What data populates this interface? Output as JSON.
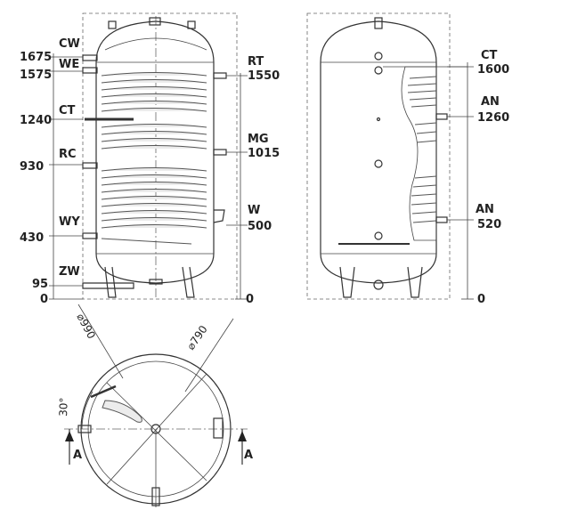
{
  "front_view": {
    "left_labels": [
      {
        "code": "CW",
        "value": "1675"
      },
      {
        "code": "WE",
        "value": "1575"
      },
      {
        "code": "CT",
        "value": "1240"
      },
      {
        "code": "RC",
        "value": "930"
      },
      {
        "code": "WY",
        "value": "430"
      },
      {
        "code": "ZW",
        "value": "95"
      }
    ],
    "left_zero": "0",
    "right_labels": [
      {
        "code": "RT",
        "value": "1550"
      },
      {
        "code": "MG",
        "value": "1015"
      },
      {
        "code": "W",
        "value": "500"
      }
    ],
    "right_zero": "0"
  },
  "side_view": {
    "right_labels": [
      {
        "code": "CT",
        "value": "1600"
      },
      {
        "code": "AN",
        "value": "1260"
      },
      {
        "code": "AN",
        "value": "520"
      }
    ],
    "right_zero": "0"
  },
  "top_view": {
    "dim_outer": "990",
    "dim_inner": "790",
    "angle": "30°",
    "section_left": "A",
    "section_right": "A"
  }
}
